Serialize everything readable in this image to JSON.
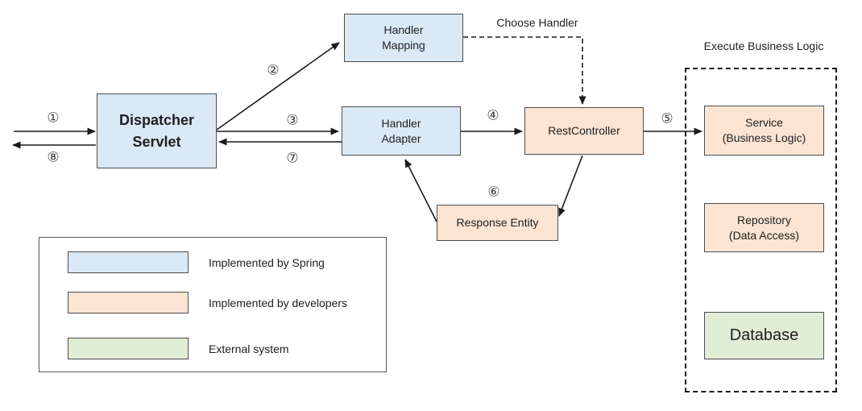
{
  "nodes": {
    "dispatcher_servlet": "Dispatcher\nServlet",
    "handler_mapping": "Handler\nMapping",
    "handler_adapter": "Handler\nAdapter",
    "rest_controller": "RestController",
    "response_entity": "Response Entity",
    "service": "Service\n(Business Logic)",
    "repository": "Repository\n(Data Access)",
    "database": "Database"
  },
  "steps": [
    "①",
    "②",
    "③",
    "④",
    "⑤",
    "⑥",
    "⑦",
    "⑧"
  ],
  "annotations": {
    "choose_handler": "Choose Handler",
    "execute_business_logic": "Execute Business Logic"
  },
  "legend": {
    "items": [
      {
        "label": "Implemented by Spring",
        "color": "#dbe9f6"
      },
      {
        "label": "Implemented by developers",
        "color": "#fce4d3"
      },
      {
        "label": "External system",
        "color": "#e0eed6"
      }
    ]
  },
  "colors": {
    "spring_blue": "#dbe9f6",
    "developer_peach": "#fce4d3",
    "external_green": "#e0eed6",
    "box_border": "#4d4d4d",
    "arrow_line": "#1a1a1a"
  }
}
